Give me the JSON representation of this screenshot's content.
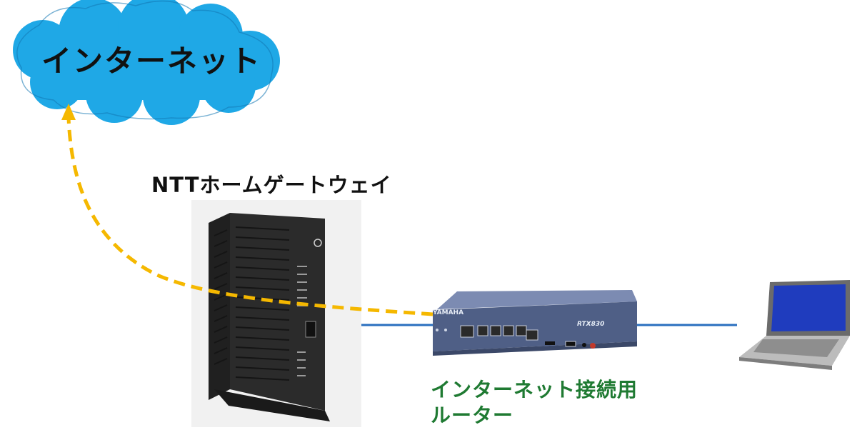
{
  "cloud": {
    "label": "インターネット"
  },
  "gateway": {
    "title": "NTTホームゲートウェイ"
  },
  "router": {
    "caption_line1": "インターネット接続用",
    "caption_line2": "ルーター",
    "brand": "YAMAHA",
    "model": "RTX830"
  },
  "colors": {
    "cloud_fill": "#1fa8e6",
    "cloud_stroke": "#1276b3",
    "path_arrow": "#f5b800",
    "cable": "#2a6fbf",
    "router_caption": "#1f7a32",
    "router_body": "#4f5f86"
  }
}
